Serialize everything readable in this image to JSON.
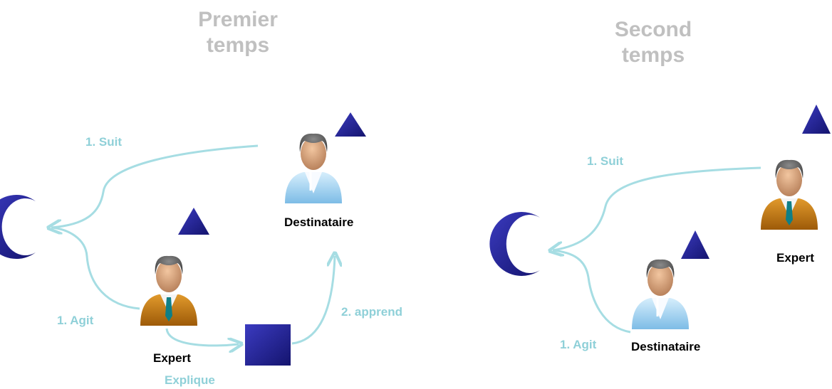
{
  "colors": {
    "arrow": "#a6dde3",
    "label": "#8fd0d8",
    "title": "#c0c0c0",
    "shape": "#1f1f8f",
    "expert_jacket": "#c87a10",
    "destinataire_shirt": "#a8d8f4"
  },
  "panel1": {
    "title_line1": "Premier",
    "title_line2": "temps",
    "label_suit": "1. Suit",
    "label_agit": "1. Agit",
    "label_apprend": "2. apprend",
    "label_explique": "Explique",
    "name_destinataire": "Destinataire",
    "name_expert": "Expert"
  },
  "panel2": {
    "title_line1": "Second",
    "title_line2": "temps",
    "label_suit": "1. Suit",
    "label_agit": "1. Agit",
    "name_expert": "Expert",
    "name_destinataire": "Destinataire"
  }
}
